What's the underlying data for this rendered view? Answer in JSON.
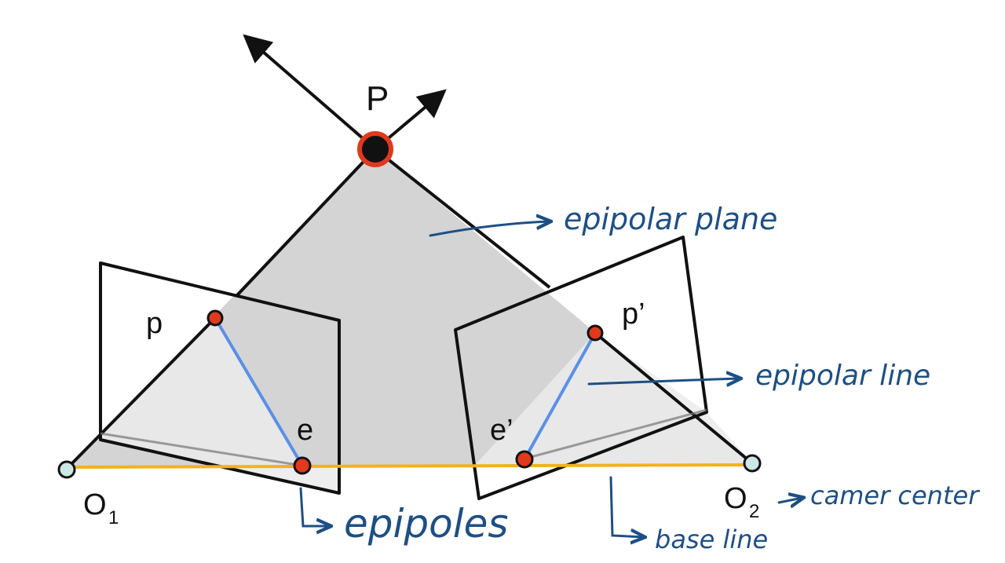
{
  "labels": {
    "point_P": "P",
    "point_p": "p",
    "point_p_prime": "p’",
    "point_e": "e",
    "point_e_prime": "e’",
    "center_O1_letter": "O",
    "center_O1_sub": "1",
    "center_O2_letter": "O",
    "center_O2_sub": "2"
  },
  "annotations": {
    "epipolar_plane": "epipolar plane",
    "epipolar_line": "epipolar line",
    "camera_center": "camer center",
    "epipoles": "epipoles",
    "base_line": "base line"
  },
  "colors": {
    "plane_fill": "#d4d4d4",
    "image_plane_fill": "#ebebeb",
    "baseline": "#f2b21c",
    "epipolar_line": "#5b8fe8",
    "point_marker": "#e0391d",
    "camera_center": "#cde7e7",
    "annotation_ink": "#1d4f86",
    "stroke": "#111111"
  }
}
